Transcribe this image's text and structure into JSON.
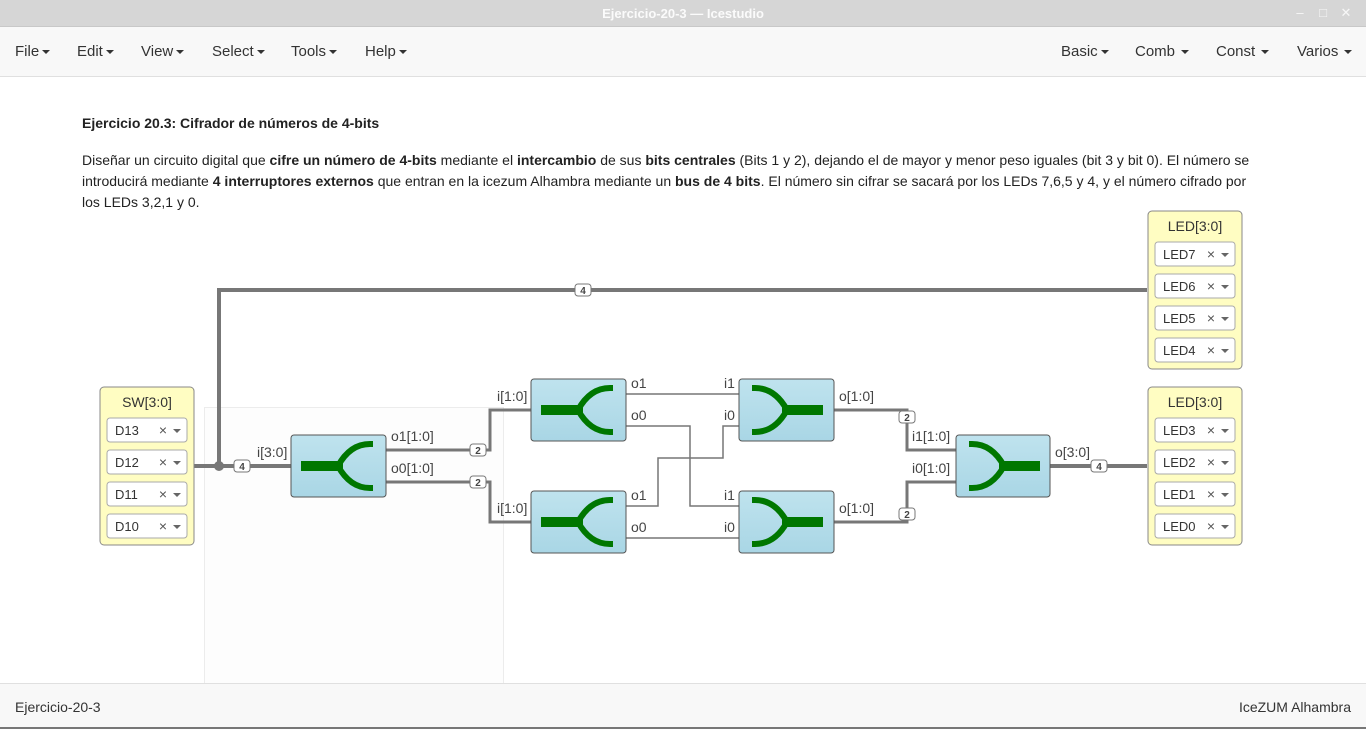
{
  "window": {
    "title": "Ejercicio-20-3 — Icestudio"
  },
  "menus": {
    "left": [
      "File",
      "Edit",
      "View",
      "Select",
      "Tools",
      "Help"
    ],
    "right": [
      "Basic",
      "Comb",
      "Const",
      "Varios"
    ]
  },
  "info": {
    "heading": "Ejercicio 20.3: Cifrador de números de 4-bits",
    "parts": [
      {
        "t": "Diseñar un circuito digital que "
      },
      {
        "t": "cifre un número de 4-bits",
        "b": true
      },
      {
        "t": " mediante el "
      },
      {
        "t": "intercambio",
        "b": true
      },
      {
        "t": " de sus "
      },
      {
        "t": "bits centrales",
        "b": true
      },
      {
        "t": " (Bits 1 y 2), dejando el de mayor y menor peso iguales (bit 3 y bit 0). El número se introducirá mediante "
      },
      {
        "t": "4 interruptores externos",
        "b": true
      },
      {
        "t": " que entran en la icezum Alhambra mediante un "
      },
      {
        "t": "bus de 4 bits",
        "b": true
      },
      {
        "t": ". El número sin cifrar se sacará por los LEDs 7,6,5 y 4, y el número cifrado por los LEDs 3,2,1 y 0."
      }
    ]
  },
  "circuit": {
    "input_block": {
      "title": "SW[3:0]",
      "pins": [
        "D13",
        "D12",
        "D11",
        "D10"
      ]
    },
    "output_top": {
      "title": "LED[3:0]",
      "pins": [
        "LED7",
        "LED6",
        "LED5",
        "LED4"
      ]
    },
    "output_bottom": {
      "title": "LED[3:0]",
      "pins": [
        "LED3",
        "LED2",
        "LED1",
        "LED0"
      ]
    },
    "remove_glyph": "×",
    "wire_width_labels": {
      "bus_top": "4",
      "bus_in": "4",
      "split_o1": "2",
      "split_o0": "2",
      "join_a": "2",
      "join_b": "2",
      "bus_out": "4"
    },
    "splitter_4": {
      "in": "i[3:0]",
      "out_a": "o1[1:0]",
      "out_b": "o0[1:0]"
    },
    "splitter_2_top": {
      "in": "i[1:0]",
      "out_a": "o1",
      "out_b": "o0"
    },
    "splitter_2_bottom": {
      "in": "i[1:0]",
      "out_a": "o1",
      "out_b": "o0"
    },
    "join_2_top": {
      "in_a": "i1",
      "in_b": "i0",
      "out": "o[1:0]"
    },
    "join_2_bottom": {
      "in_a": "i1",
      "in_b": "i0",
      "out": "o[1:0]"
    },
    "join_4": {
      "in_a": "i1[1:0]",
      "in_b": "i0[1:0]",
      "out": "o[3:0]"
    }
  },
  "statusbar": {
    "left": "Ejercicio-20-3",
    "right": "IceZUM Alhambra"
  },
  "colors": {
    "block_fill": "#add8e6",
    "arrow": "#007700",
    "io_fill": "#fffdc2",
    "wire": "#777777"
  }
}
